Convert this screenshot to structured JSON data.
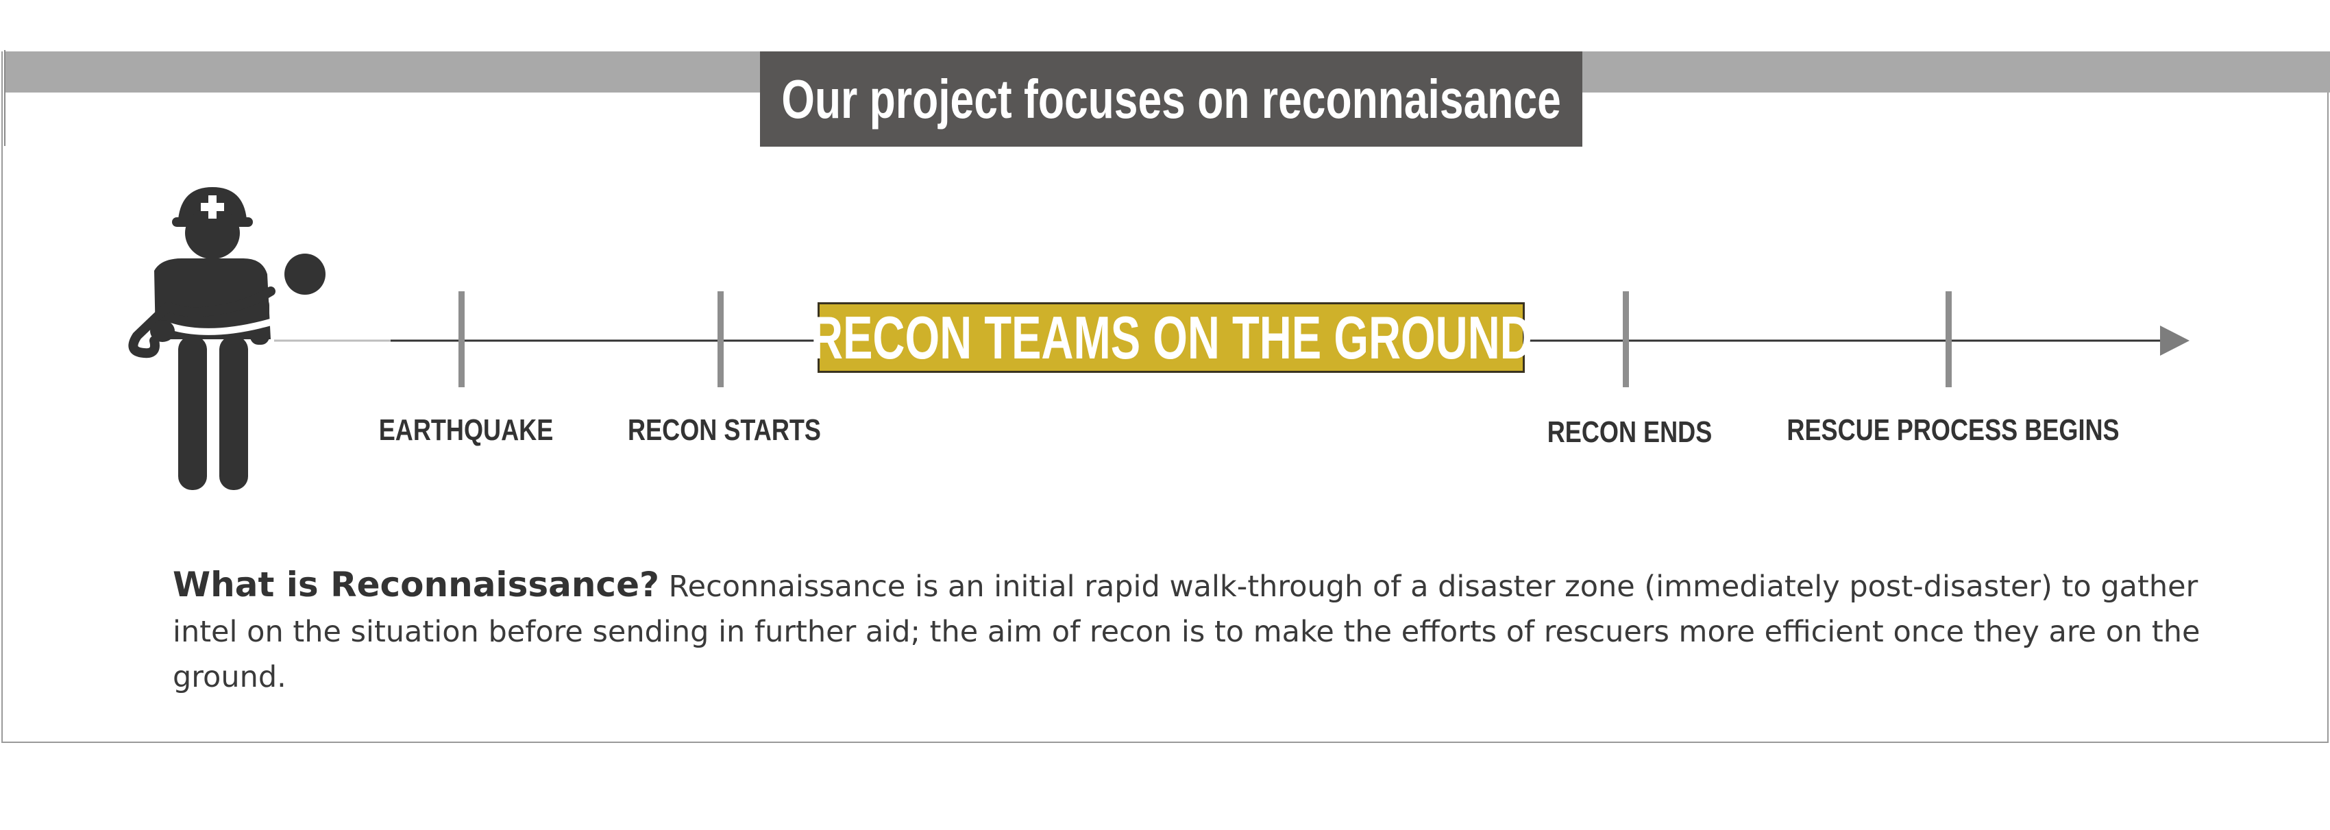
{
  "title": "Our project focuses on reconnaisance",
  "highlight": "RECON TEAMS ON THE GROUND",
  "events": [
    {
      "label": "EARTHQUAKE"
    },
    {
      "label": "RECON STARTS"
    },
    {
      "label": "RECON ENDS"
    },
    {
      "label": "RESCUE PROCESS BEGINS"
    }
  ],
  "description": {
    "term": "What is Reconnaissance?",
    "text": "Reconnaissance is an initial rapid walk-through of a disaster zone (immediately post-disaster) to gather intel on the situation before sending in further aid; the aim of recon is to make the efforts of rescuers more efficient once they are on the ground."
  },
  "icons": {
    "rescuer": "rescuer-carrying-person-icon"
  },
  "colors": {
    "title_bg": "#585655",
    "highlight_bg": "#cfb12a",
    "bar": "#a9a9a9",
    "tick": "#8e8e8e",
    "text": "#333333"
  }
}
